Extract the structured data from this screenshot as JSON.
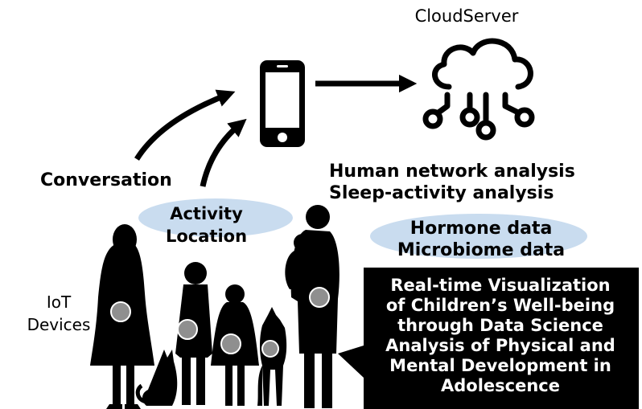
{
  "cloud": {
    "title": "CloudServer"
  },
  "flow_labels": {
    "conversation": "Conversation",
    "activity": "Activity",
    "location": "Location"
  },
  "analysis": {
    "line1": "Human network analysis",
    "line2": "Sleep-activity analysis"
  },
  "data_types": {
    "line1": "Hormone data",
    "line2": "Microbiome data"
  },
  "iot": {
    "line1": "IoT",
    "line2": "Devices"
  },
  "callout": {
    "lines": [
      "Real-time Visualization",
      "of Children’s Well-being",
      "through Data Science",
      "Analysis of Physical and",
      "Mental Development in",
      "Adolescence"
    ]
  },
  "colors": {
    "ink": "#000000",
    "highlight_ellipse": "#c9dcef",
    "device_dot": "#8f8f8f",
    "callout_bg": "#000000",
    "callout_text": "#ffffff"
  },
  "icons": [
    "smartphone-icon",
    "cloud-network-icon",
    "person-silhouette-icon",
    "cat-silhouette-icon",
    "dog-silhouette-icon"
  ]
}
